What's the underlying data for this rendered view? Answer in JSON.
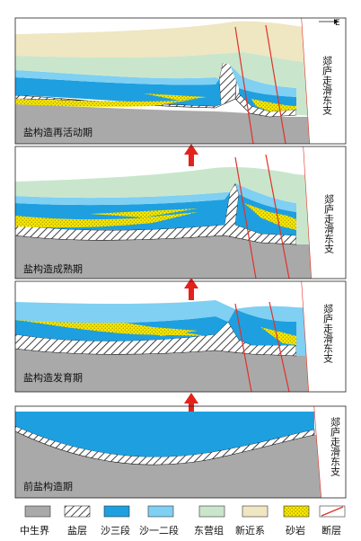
{
  "direction_label": "E",
  "stages": [
    {
      "label": "盐构造再活动期",
      "fault_label": "郯庐走滑东支"
    },
    {
      "label": "盐构造成熟期",
      "fault_label": "郯庐走滑东支"
    },
    {
      "label": "盐构造发育期",
      "fault_label": "郯庐走滑东支"
    },
    {
      "label": "前盐构造期",
      "fault_label": "郯庐走滑东支"
    }
  ],
  "legend": [
    {
      "label": "中生界",
      "color": "#a9a9a9"
    },
    {
      "label": "盐层",
      "color": "#ffffff",
      "pattern": "hatch"
    },
    {
      "label": "沙三段",
      "color": "#1e9fe0"
    },
    {
      "label": "沙一二段",
      "color": "#7fd0f2"
    },
    {
      "label": "东营组",
      "color": "#c9e6cc"
    },
    {
      "label": "新近系",
      "color": "#efe6c2"
    },
    {
      "label": "砂岩",
      "color": "#f7e800",
      "pattern": "dots"
    },
    {
      "label": "断层",
      "color": "#e0322a",
      "pattern": "line"
    }
  ],
  "colors": {
    "mesozoic": "#a9a9a9",
    "sha3": "#1e9fe0",
    "sha12": "#7fd0f2",
    "dongying": "#c9e6cc",
    "neogene": "#efe6c2",
    "sand": "#f7e800",
    "fault": "#e0322a",
    "arrow": "#e3231b"
  }
}
